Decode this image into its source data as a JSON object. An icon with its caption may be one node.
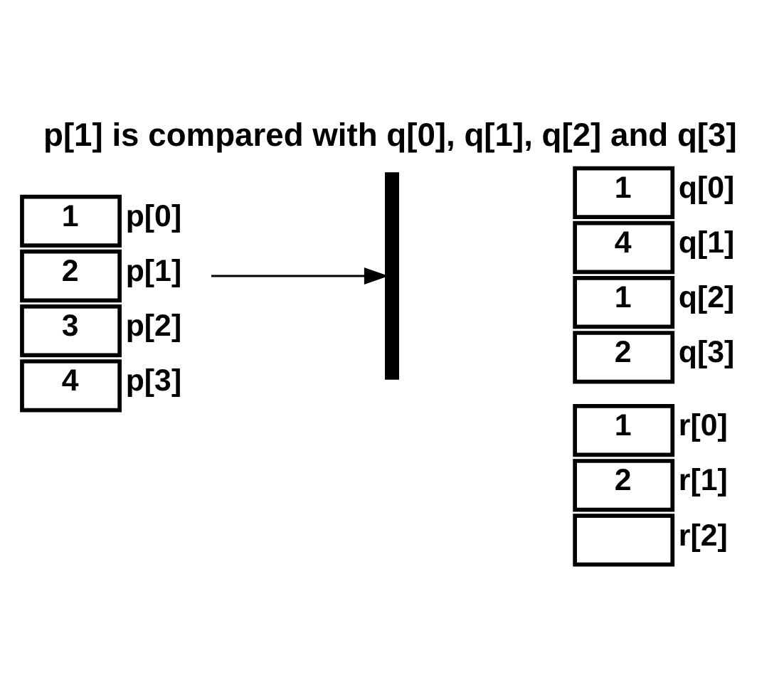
{
  "diagram": {
    "title": "p[1] is compared with q[0], q[1], q[2] and q[3]",
    "nodes": [
      {
        "text": [
          "1"
        ],
        "beside": [
          "p[0]"
        ]
      },
      {
        "text": [
          "2"
        ],
        "beside": [
          "p[1]"
        ]
      },
      {
        "text": [
          "3"
        ],
        "beside": [
          "p[2]"
        ]
      },
      {
        "text": [
          "4"
        ],
        "beside": [
          "p[3]"
        ]
      },
      {
        "text": [],
        "shape": "brace"
      },
      {
        "text": [
          "1"
        ],
        "beside": [
          "q[0]"
        ]
      },
      {
        "text": [
          "4"
        ],
        "beside": [
          "q[1]"
        ]
      },
      {
        "text": [
          "1"
        ],
        "beside": [
          "q[2]"
        ]
      },
      {
        "text": [
          "2"
        ],
        "beside": [
          "q[3]"
        ]
      },
      {
        "text": [
          "1"
        ],
        "beside": [
          "r[0]"
        ]
      },
      {
        "text": [
          "2"
        ],
        "beside": [
          "r[1]"
        ]
      },
      {
        "text": [],
        "shape": "box",
        "beside": [
          "r[2]"
        ]
      }
    ],
    "edges": [
      {
        "from": 1,
        "to": 4,
        "arrow": "to"
      }
    ]
  }
}
